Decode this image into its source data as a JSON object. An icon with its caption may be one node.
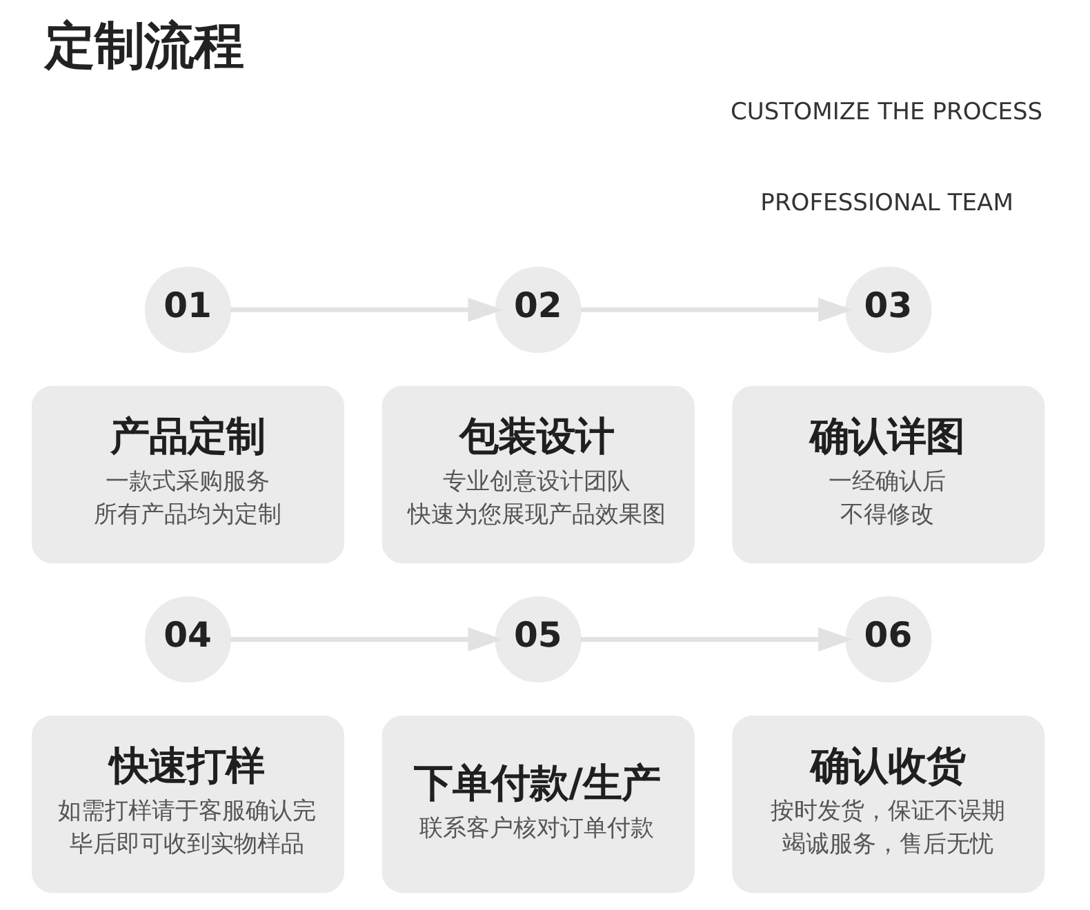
{
  "diagram": {
    "title": "定制流程",
    "nodes": [
      {
        "text": [
          "01"
        ]
      },
      {
        "text": [
          "02"
        ]
      },
      {
        "text": [
          "03"
        ]
      },
      {
        "text": [
          "产品定制",
          "一款式采购服务",
          "所有产品均为定制"
        ]
      },
      {
        "text": [
          "包装设计",
          "专业创意设计团队",
          "快速为您展现产品效果图"
        ]
      },
      {
        "text": [
          "确认详图",
          "一经确认后",
          "不得修改"
        ]
      },
      {
        "text": [
          "04"
        ]
      },
      {
        "text": [
          "05"
        ]
      },
      {
        "text": [
          "06"
        ]
      },
      {
        "text": [
          "快速打样",
          "如需打样请于客服确认完毕后即可收到实物样品"
        ]
      },
      {
        "text": [
          "下单付款/生产",
          "联系客户核对订单付款"
        ]
      },
      {
        "text": [
          "确认收货",
          "按时发货，保证不误期",
          "竭诚服务，售后无忧"
        ]
      }
    ],
    "edges": [
      {
        "from": 0,
        "to": 1,
        "arrow": "to"
      },
      {
        "from": 1,
        "to": 2,
        "arrow": "to"
      },
      {
        "from": 6,
        "to": 7,
        "arrow": "to"
      },
      {
        "from": 7,
        "to": 8,
        "arrow": "to"
      }
    ],
    "labels": [
      "CUSTOMIZE THE PROCESS",
      "PROFESSIONAL TEAM"
    ]
  }
}
